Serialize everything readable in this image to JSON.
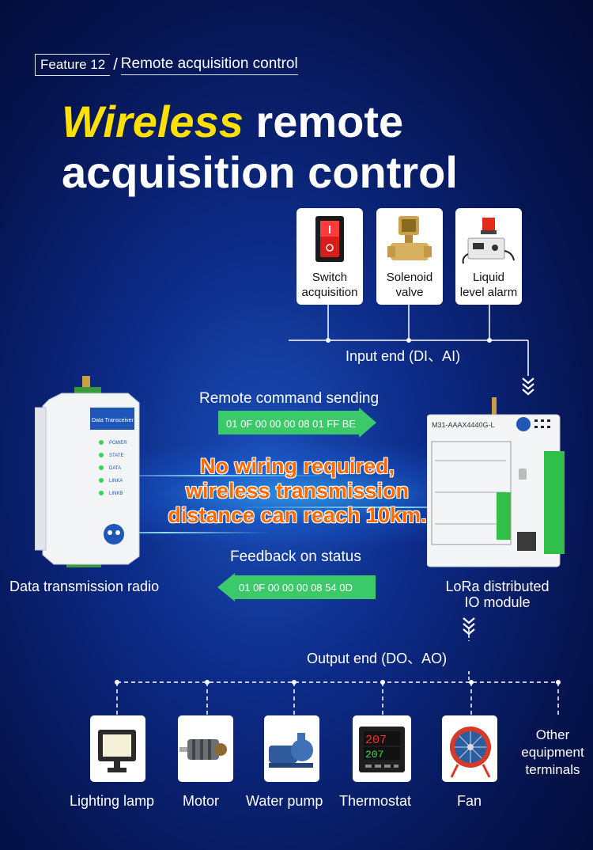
{
  "feature": {
    "tag": "Feature 12",
    "title": "Remote acquisition control"
  },
  "headline": {
    "highlight": "Wireless",
    "line1_rest": "remote",
    "line2": "acquisition control"
  },
  "inputs": [
    {
      "label_1": "Switch",
      "label_2": "acquisition",
      "icon": "rocker-switch-icon"
    },
    {
      "label_1": "Solenoid",
      "label_2": "valve",
      "icon": "solenoid-valve-icon"
    },
    {
      "label_1": "Liquid",
      "label_2": "level alarm",
      "icon": "alarm-light-icon"
    }
  ],
  "input_end_label": "Input end (DI、AI)",
  "command": {
    "label": "Remote command sending",
    "hex": "01 0F 00 00 00 08 01 FF BE",
    "color": "#3cc96a"
  },
  "feedback": {
    "label": "Feedback on status",
    "hex": "01 0F 00 00 00 08 54 0D",
    "color": "#3cc96a"
  },
  "warning": {
    "line1": "No wiring required,",
    "line2": "wireless transmission",
    "line3": "distance can reach 10km.",
    "color": "#ff6a00"
  },
  "radio": {
    "caption": "Data transmission radio",
    "model": "Data Transceiver",
    "leds": [
      "POWER",
      "STATE",
      "DATA",
      "LINKA",
      "LINKB"
    ]
  },
  "io_module": {
    "caption_1": "LoRa distributed",
    "caption_2": "IO module",
    "model": "M31-AAAX4440G-L"
  },
  "output_end_label": "Output end (DO、AO)",
  "outputs": [
    {
      "label": "Lighting lamp",
      "icon": "floodlight-icon"
    },
    {
      "label": "Motor",
      "icon": "motor-icon"
    },
    {
      "label": "Water pump",
      "icon": "water-pump-icon"
    },
    {
      "label": "Thermostat",
      "icon": "thermostat-icon",
      "display_top": "207",
      "display_bottom": "207"
    },
    {
      "label": "Fan",
      "icon": "axial-fan-icon"
    }
  ],
  "other": {
    "line1": "Other",
    "line2": "equipment",
    "line3": "terminals"
  }
}
